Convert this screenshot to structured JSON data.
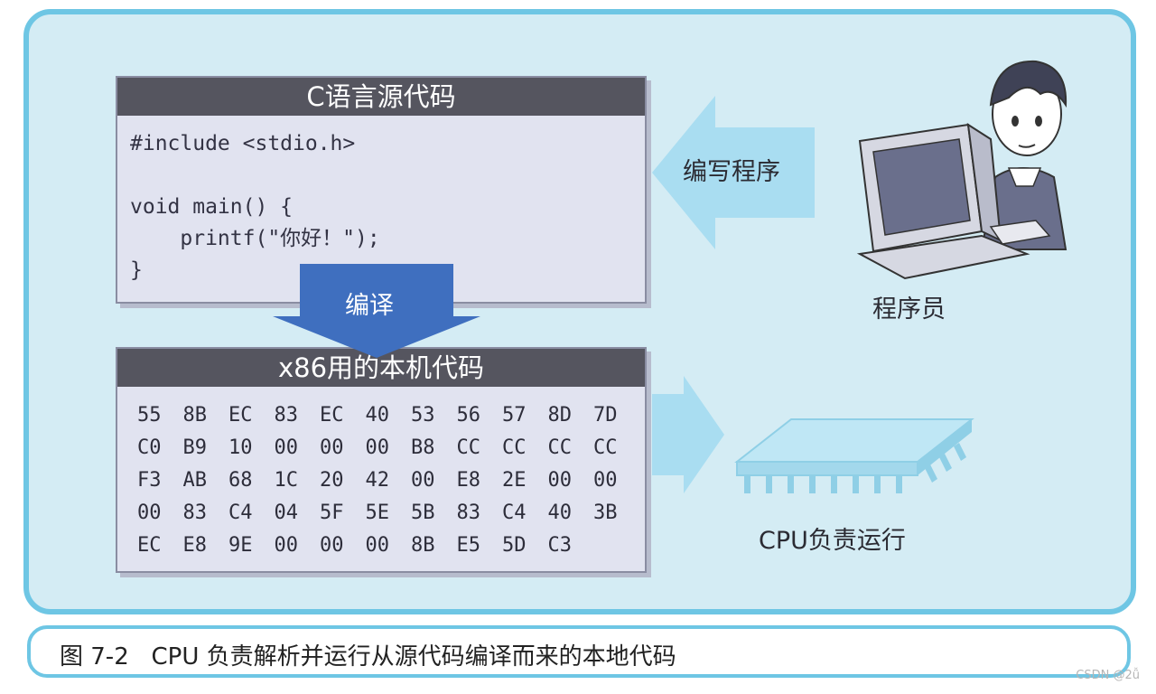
{
  "source_panel": {
    "title": "C语言源代码",
    "code": "#include <stdio.h>\n\nvoid main() {\n    printf(\"你好！\");\n}"
  },
  "machine_panel": {
    "title": "x86用的本机代码",
    "bytes": [
      "55",
      "8B",
      "EC",
      "83",
      "EC",
      "40",
      "53",
      "56",
      "57",
      "8D",
      "7D",
      "C0",
      "B9",
      "10",
      "00",
      "00",
      "00",
      "B8",
      "CC",
      "CC",
      "CC",
      "CC",
      "F3",
      "AB",
      "68",
      "1C",
      "20",
      "42",
      "00",
      "E8",
      "2E",
      "00",
      "00",
      "00",
      "83",
      "C4",
      "04",
      "5F",
      "5E",
      "5B",
      "83",
      "C4",
      "40",
      "3B",
      "EC",
      "E8",
      "9E",
      "00",
      "00",
      "00",
      "8B",
      "E5",
      "5D",
      "C3"
    ]
  },
  "labels": {
    "write_arrow": "编写程序",
    "compile_arrow": "编译",
    "programmer": "程序员",
    "cpu": "CPU负责运行"
  },
  "caption": "图 7-2   CPU 负责解析并运行从源代码编译而来的本地代码",
  "watermark": "CSDN @2ǚ",
  "colors": {
    "frame_border": "#6ec6e4",
    "frame_fill": "#d4ecf4",
    "panel_header": "#55555f",
    "panel_body": "#e1e3f0",
    "compile_arrow": "#3f6fbf",
    "side_arrow": "#a9ddf1",
    "chip": "#bfe7f5"
  },
  "icons": [
    "programmer-at-computer-icon",
    "cpu-chip-icon"
  ]
}
